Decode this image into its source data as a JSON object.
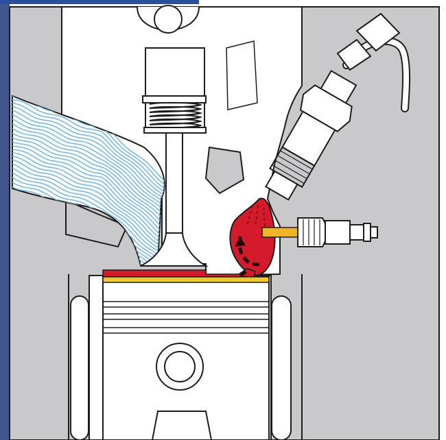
{
  "figure": {
    "labels": []
  },
  "colors": {
    "background": "#ffffff",
    "casting": "#c9c9cb",
    "outline": "#1d1d1d",
    "metal": "#ffffff",
    "intake_air": "#7ab9e6",
    "combustion": "#d31b2c",
    "combustion_dark": "#8a0f18",
    "glow_plug_tip": "#f0b526",
    "piston_crown": "#f2c832",
    "frame_stripe": "#2c4fa0"
  },
  "parts": [
    {
      "name": "cylinder-head",
      "icon": "cylinder-head-icon"
    },
    {
      "name": "intake-port",
      "icon": "air-waves-icon"
    },
    {
      "name": "intake-valve",
      "icon": "valve-icon"
    },
    {
      "name": "valve-spring",
      "icon": "spring-icon"
    },
    {
      "name": "injector",
      "icon": "injector-icon"
    },
    {
      "name": "fuel-line",
      "icon": "pipe-icon"
    },
    {
      "name": "prechamber",
      "icon": "prechamber-icon"
    },
    {
      "name": "glow-plug",
      "icon": "glow-plug-icon"
    },
    {
      "name": "piston",
      "icon": "piston-icon"
    },
    {
      "name": "wrist-pin",
      "icon": "pin-icon"
    }
  ]
}
